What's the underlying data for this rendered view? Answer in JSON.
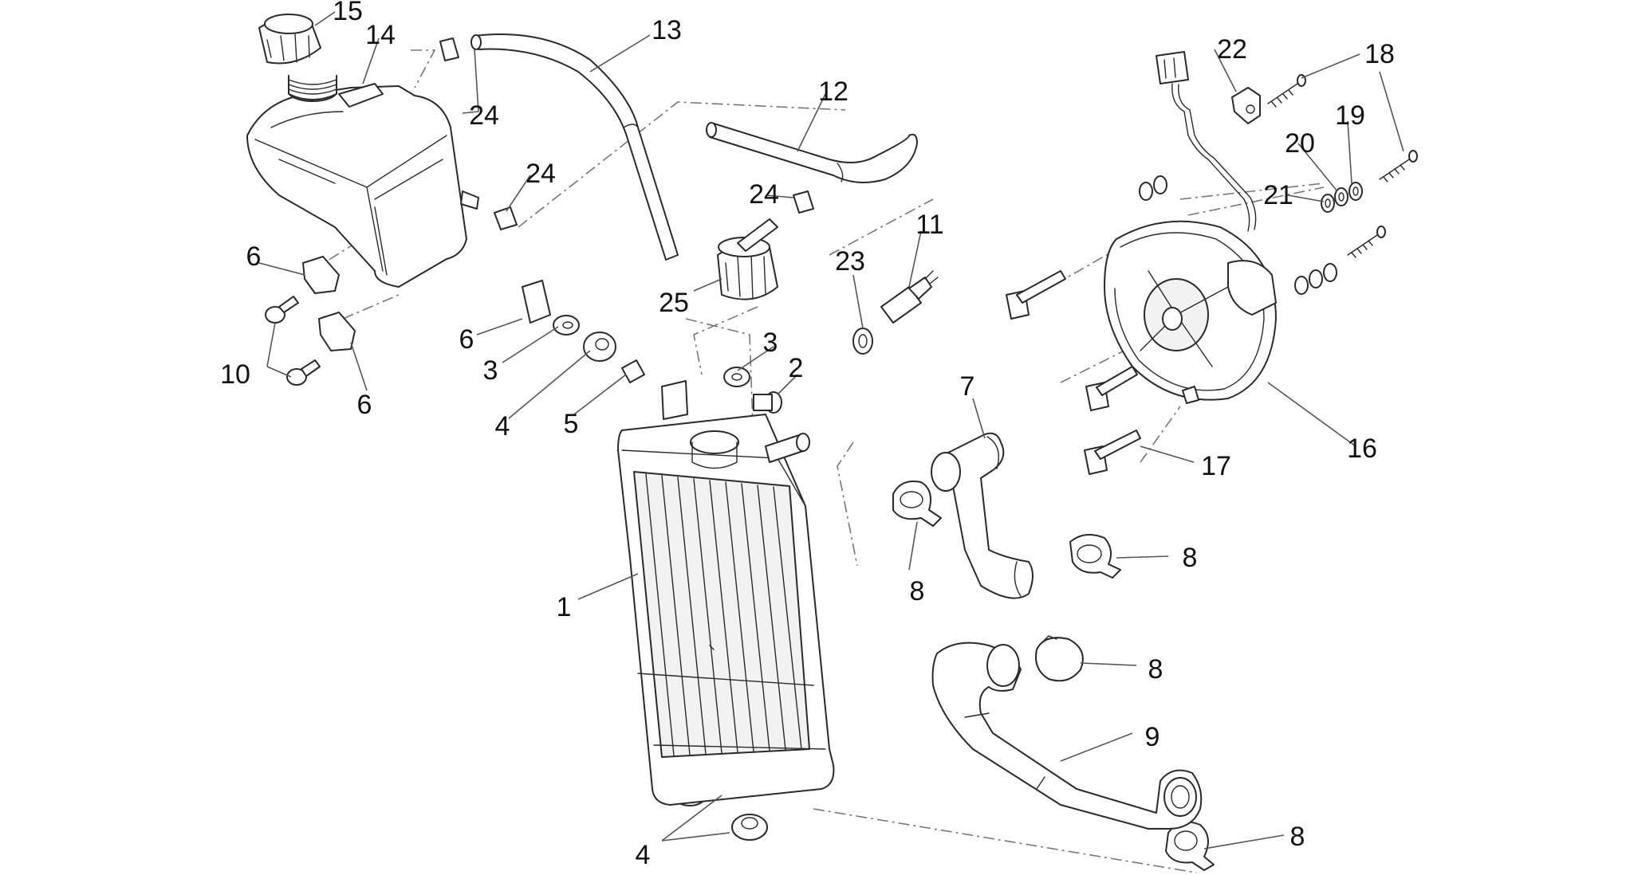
{
  "labels": {
    "p1": "1",
    "p2": "2",
    "p3a": "3",
    "p3b": "3",
    "p4a": "4",
    "p4b": "4",
    "p5": "5",
    "p6a": "6",
    "p6b": "6",
    "p6c": "6",
    "p7": "7",
    "p8a": "8",
    "p8b": "8",
    "p8c": "8",
    "p8d": "8",
    "p9": "9",
    "p10": "10",
    "p11": "11",
    "p12": "12",
    "p13": "13",
    "p14": "14",
    "p15": "15",
    "p16": "16",
    "p17": "17",
    "p18": "18",
    "p19": "19",
    "p20": "20",
    "p21": "21",
    "p22": "22",
    "p23": "23",
    "p24a": "24",
    "p24b": "24",
    "p24c": "24",
    "p25": "25"
  }
}
